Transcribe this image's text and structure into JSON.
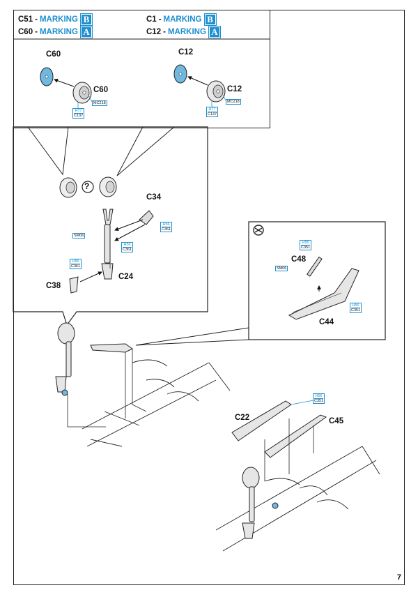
{
  "page_number": "7",
  "colors": {
    "accent": "#1f8fd0",
    "line": "#222222"
  },
  "box_left": {
    "row1": {
      "part": "C51",
      "sep": "-",
      "marking": "MARKING",
      "badge": "B"
    },
    "row2": {
      "part": "C60",
      "sep": "-",
      "marking": "MARKING",
      "badge": "A"
    },
    "label_wheel_hub": "C60",
    "label_wheel": "C60",
    "code_paint": {
      "top": "H77",
      "bottom": "C137"
    },
    "code_mc": "MC218"
  },
  "box_right": {
    "row1": {
      "part": "C1",
      "sep": "-",
      "marking": "MARKING",
      "badge": "B"
    },
    "row2": {
      "part": "C12",
      "sep": "-",
      "marking": "MARKING",
      "badge": "A"
    },
    "label_wheel_hub": "C12",
    "label_wheel": "C12",
    "code_paint": {
      "top": "H77",
      "bottom": "C137"
    },
    "code_mc": "MC218"
  },
  "gear_detail": {
    "question_icon": "?",
    "label_c34": "C34",
    "label_c38": "C38",
    "label_c24": "C24",
    "code_c34": {
      "top": "H56",
      "bottom": "C361"
    },
    "code_sm": "SM06",
    "code_c24": {
      "top": "H56",
      "bottom": "C361"
    },
    "code_c38": {
      "top": "H56",
      "bottom": "C361"
    }
  },
  "right_detail": {
    "icon": "symmetry-icon",
    "label_c48": "C48",
    "label_c44": "C44",
    "code_c48": {
      "top": "H56",
      "bottom": "C351"
    },
    "code_sm": "SM06",
    "code_c44": {
      "top": "H56",
      "bottom": "C351"
    }
  },
  "lower_assembly": {
    "label_c22": "C22",
    "label_c45": "C45",
    "code_c45": {
      "top": "H56",
      "bottom": "C351"
    }
  }
}
